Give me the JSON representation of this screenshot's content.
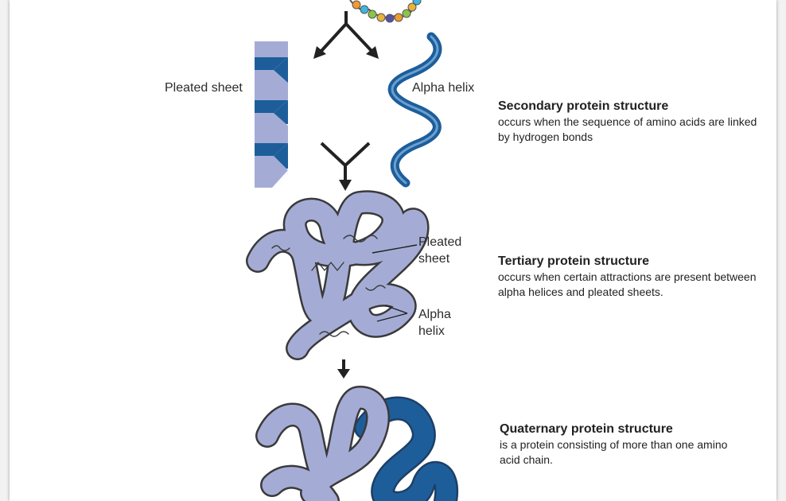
{
  "labels": {
    "pleated_sheet": "Pleated sheet",
    "alpha_helix": "Alpha helix",
    "tertiary_pleated_1": "Pleated",
    "tertiary_pleated_2": "sheet",
    "tertiary_alpha_1": "Alpha",
    "tertiary_alpha_2": "helix"
  },
  "secondary": {
    "title": "Secondary protein structure",
    "description": "occurs when the sequence of amino acids are linked by hydrogen bonds"
  },
  "tertiary": {
    "title": "Tertiary protein structure",
    "description": "occurs when certain attractions are present between alpha helices and pleated sheets."
  },
  "quaternary": {
    "title": "Quaternary protein structure",
    "description": "is a protein consisting of more than one amino acid chain."
  },
  "colors": {
    "dark_blue": "#1d5e9a",
    "light_blue": "#a4acd6",
    "outline": "#3a3a3a",
    "arrow": "#222222"
  }
}
